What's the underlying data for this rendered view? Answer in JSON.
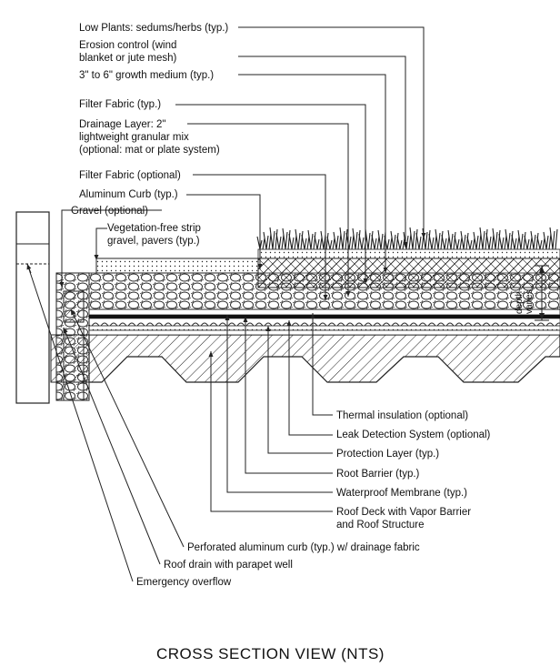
{
  "title": "CROSS SECTION VIEW (NTS)",
  "top_labels": [
    {
      "id": "low-plants",
      "text": "Low Plants: sedums/herbs (typ.)"
    },
    {
      "id": "erosion-control",
      "text": "Erosion control (wind\nblanket or jute mesh)"
    },
    {
      "id": "growth-medium",
      "text": "3\" to 6\" growth medium (typ.)"
    },
    {
      "id": "filter-fabric-typ",
      "text": "Filter Fabric (typ.)"
    },
    {
      "id": "drainage-layer",
      "text": "Drainage Layer: 2\"\nlightweight granular mix\n(optional: mat or plate system)"
    },
    {
      "id": "filter-fabric-optional",
      "text": "Filter Fabric (optional)"
    },
    {
      "id": "aluminum-curb",
      "text": "Aluminum Curb (typ.)"
    },
    {
      "id": "gravel-optional",
      "text": "Gravel (optional)"
    },
    {
      "id": "vegetation-free-strip",
      "text": "Vegetation-free strip\ngravel, pavers (typ.)"
    }
  ],
  "right_labels": [
    {
      "id": "thermal-insulation",
      "text": "Thermal insulation (optional)"
    },
    {
      "id": "leak-detection",
      "text": "Leak Detection System (optional)"
    },
    {
      "id": "protection-layer",
      "text": "Protection Layer (typ.)"
    },
    {
      "id": "root-barrier",
      "text": "Root Barrier (typ.)"
    },
    {
      "id": "waterproof-membrane",
      "text": "Waterproof Membrane (typ.)"
    },
    {
      "id": "roof-deck",
      "text": "Roof Deck with Vapor Barrier\nand Roof Structure"
    }
  ],
  "bottom_labels": [
    {
      "id": "perforated-curb",
      "text": "Perforated aluminum curb (typ.) w/ drainage fabric"
    },
    {
      "id": "roof-drain",
      "text": "Roof drain with parapet well"
    },
    {
      "id": "emergency-overflow",
      "text": "Emergency overflow"
    }
  ],
  "depth_label": "depth\nvaries"
}
